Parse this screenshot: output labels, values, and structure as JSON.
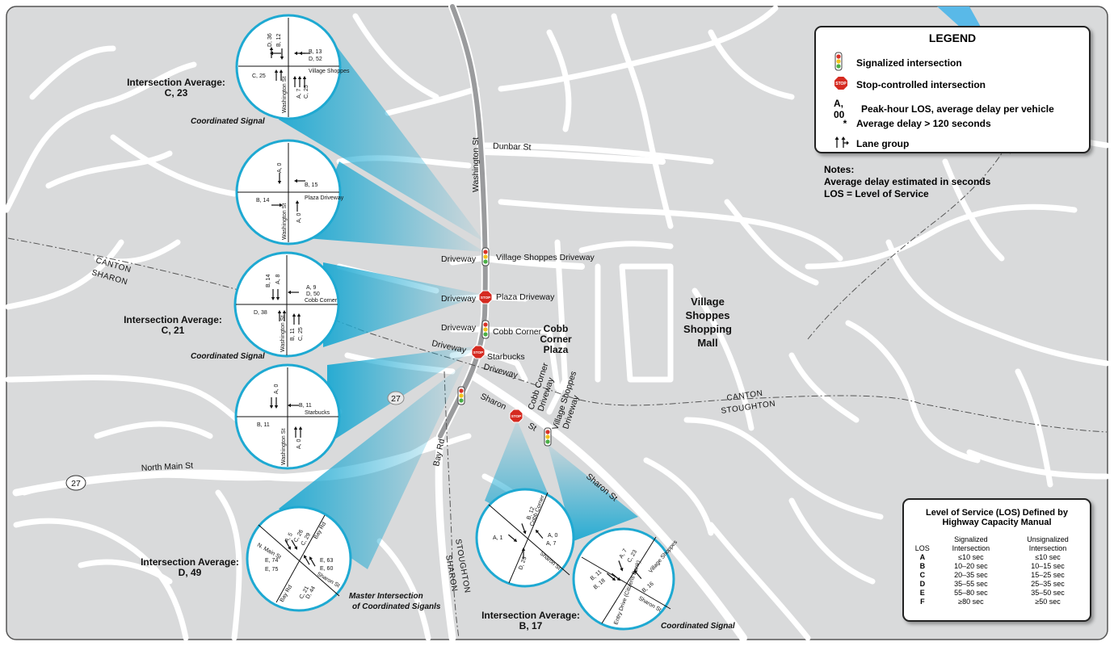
{
  "legend": {
    "title": "LEGEND",
    "items": [
      {
        "symbol": "traffic-signal-icon",
        "label": "Signalized intersection"
      },
      {
        "symbol": "stop-sign-icon",
        "label": "Stop-controlled intersection"
      },
      {
        "symbol": "A, 00",
        "label": "Peak-hour LOS, average delay per vehicle"
      },
      {
        "symbol": "*",
        "label": "Average delay > 120 seconds"
      },
      {
        "symbol": "lane-arrow-icon",
        "label": "Lane group"
      }
    ]
  },
  "notes": [
    "Notes:",
    "Average delay estimated in seconds",
    "LOS = Level of Service"
  ],
  "los_table": {
    "title_line1": "Level of Service (LOS) Defined by",
    "title_line2": "Highway Capacity Manual",
    "headers": [
      "LOS",
      "Signalized Intersection",
      "Unsignalized Intersection"
    ],
    "rows": [
      [
        "A",
        "≤10 sec",
        "≤10 sec"
      ],
      [
        "B",
        "10–20 sec",
        "10–15 sec"
      ],
      [
        "C",
        "20–35 sec",
        "15–25 sec"
      ],
      [
        "D",
        "35–55 sec",
        "25–35 sec"
      ],
      [
        "E",
        "55–80 sec",
        "35–50 sec"
      ],
      [
        "F",
        "≥80 sec",
        "≥50 sec"
      ]
    ]
  },
  "streets": {
    "washington": "Washington St",
    "dunbar": "Dunbar St",
    "north_main": "North Main St",
    "bay_rd": "Bay Rd",
    "sharon_st_1": "Sharon",
    "sharon_st_2": "St",
    "sharon_st_3": "Sharon St",
    "route_27": "27",
    "driveway": "Driveway",
    "village_shoppes_driveway": "Village Shoppes Driveway",
    "plaza_driveway": "Plaza Driveway",
    "cobb_corner": "Cobb Corner",
    "starbucks_driveway_1": "Starbucks",
    "starbucks_driveway_2": "Driveway",
    "cobb_corner_driveway_1": "Cobb Corner",
    "cobb_corner_driveway_2": "Driveway",
    "vs_driveway_1": "Village Shoppes",
    "vs_driveway_2": "Driveway"
  },
  "places": {
    "mall_1": "Village",
    "mall_2": "Shoppes",
    "mall_3": "Shopping",
    "mall_4": "Mall",
    "plaza_1": "Cobb",
    "plaza_2": "Corner",
    "plaza_3": "Plaza",
    "canton": "CANTON",
    "sharon": "SHARON",
    "stoughton": "STOUGHTON"
  },
  "intersection_labels": {
    "avg_title": "Intersection Average:",
    "vs_value": "C, 23",
    "cobb_value": "C, 21",
    "bay_value": "D, 49",
    "sharon_value": "B, 17",
    "coordinated": "Coordinated Signal",
    "master_1": "Master Intersection",
    "master_2": "of Coordinated Siganls"
  },
  "callouts": {
    "c1": {
      "cross": "Village Shoppes",
      "main": "Washington St",
      "los": [
        "D, 36",
        "B, 12",
        "B, 13",
        "D, 52",
        "C, 25",
        "A, 7",
        "C, 25"
      ]
    },
    "c2": {
      "cross": "Plaza Driveway",
      "main": "Washington St",
      "los": [
        "A, 0",
        "B, 15",
        "B, 14",
        "A, 0"
      ]
    },
    "c3": {
      "cross": "Cobb Corner",
      "main": "Washington St",
      "los": [
        "B, 14",
        "A, 8",
        "A, 9",
        "D, 50",
        "D, 38",
        "B, 11",
        "C, 25"
      ]
    },
    "c4": {
      "cross": "Starbucks",
      "main": "Washington St",
      "los": [
        "A, 0",
        "B, 11",
        "B, 11",
        "A, 0"
      ]
    },
    "c5": {
      "cross1": "N. Main St",
      "cross2": "Sharon St",
      "main1": "Bay Rd",
      "main2": "Bay Rd",
      "los": [
        "A, 5",
        "C, 26",
        "C, 29",
        "E, 63",
        "E, 60",
        "E, 74",
        "E, 75",
        "C, 21",
        "D, 44"
      ]
    },
    "c6": {
      "cross1": "Cobb Corner",
      "cross2": "Sharon St",
      "los": [
        "B, 12",
        "A, 0",
        "A, 7",
        "A, 1",
        "D, 25"
      ]
    },
    "c7": {
      "cross1": "Village Shoppes",
      "cross2": "Sharon St",
      "drive": "Entry Drive (Citizens Bank)",
      "los": [
        "A, 7",
        "C, 23",
        "B, 16",
        "B, 11",
        "B, 18"
      ]
    }
  },
  "colors": {
    "background": "#d9dadb",
    "road": "#ffffff",
    "callout_fill": "#1ea9d2",
    "circle_border": "#1ea9d2",
    "main_road": "#9a9b9d",
    "water": "#59b9e8"
  }
}
